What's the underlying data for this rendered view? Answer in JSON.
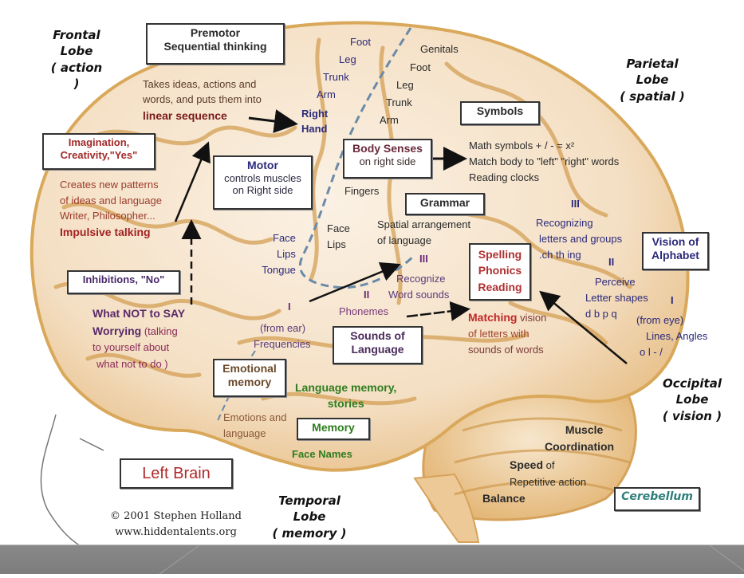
{
  "diagram": {
    "title": "Left Brain",
    "credit": {
      "copyright": "© 2001 Stephen Holland",
      "website": "www.hiddentalents.org"
    },
    "colors": {
      "brain_fill": "#f6e3c8",
      "brain_folds": "#d9a85a",
      "navy_text": "#2b2a7a",
      "red_text": "#a32222",
      "purple_text": "#6a2a7a",
      "green_text": "#2e7d1e",
      "cerebellum_text": "#2f7f7a"
    },
    "lobes": {
      "frontal": {
        "name": "Frontal",
        "word": "Lobe",
        "function": "( action )"
      },
      "parietal": {
        "name": "Parietal",
        "word": "Lobe",
        "function": "( spatial )"
      },
      "occipital": {
        "name": "Occipital",
        "word": "Lobe",
        "function": "( vision )"
      },
      "temporal": {
        "name": "Temporal",
        "word": "Lobe",
        "function": "( memory )"
      }
    },
    "premotor": {
      "title_line1": "Premotor",
      "title_line2": "Sequential thinking",
      "desc_line1": "Takes ideas, actions and",
      "desc_line2": "words, and puts them into",
      "desc_emphasis": "linear sequence"
    },
    "motor_strip": [
      "Foot",
      "Leg",
      "Trunk",
      "Arm"
    ],
    "right_hand": {
      "line1": "Right",
      "line2": "Hand"
    },
    "sensory_strip": [
      "Genitals",
      "Foot",
      "Leg",
      "Trunk",
      "Arm"
    ],
    "symbols": {
      "title": "Symbols",
      "items": [
        "Math symbols  + / - = x²",
        "Match body to \"left\" \"right\" words",
        "Reading clocks"
      ]
    },
    "imagination": {
      "title_line1": "Imagination,",
      "title_line2": "Creativity,\"Yes\"",
      "desc": [
        "Creates new patterns",
        "of ideas and language",
        "Writer, Philosopher..."
      ],
      "emphasis": "Impulsive talking"
    },
    "motor": {
      "title": "Motor",
      "line1": "controls muscles",
      "line2": "on Right side"
    },
    "body_senses": {
      "title": "Body Senses",
      "subtitle": "on right side"
    },
    "fingers": "Fingers",
    "motor_face": [
      "Face",
      "Lips",
      "Tongue"
    ],
    "sensory_face": [
      "Face",
      "Lips"
    ],
    "grammar": {
      "title": "Grammar",
      "desc_line1": "Spatial arrangement",
      "desc_line2": "of language"
    },
    "reading_stages": {
      "stage3_numeral": "III",
      "stage3_line1": "Recognizing",
      "stage3_line2": "letters and groups",
      "stage3_line3": ".ch  th  ing",
      "stage2_numeral": "II",
      "stage2_line1": "Perceive",
      "stage2_line2": "Letter shapes",
      "stage2_line3": "d b  p q",
      "stage1_numeral": "I",
      "stage1_line1": "(from eye)",
      "stage1_line2": "Lines, Angles",
      "stage1_line3": "o l - /"
    },
    "vision_of_alphabet": {
      "line1": "Vision of",
      "line2": "Alphabet"
    },
    "spelling": {
      "line1": "Spelling",
      "line2": "Phonics",
      "line3": "Reading"
    },
    "matching": {
      "emphasis": "Matching",
      "line1_rest": " vision",
      "line2": "of letters with",
      "line3": "sounds of words"
    },
    "inhibitions": {
      "title": "Inhibitions, \"No\"",
      "emphasis1": "What NOT to SAY",
      "emphasis2": "Worrying",
      "rest1": " (talking",
      "rest2": "to yourself about",
      "rest3": "what not to do )"
    },
    "hearing_stages": {
      "stage1_numeral": "I",
      "stage1_line1": "(from ear)",
      "stage1_line2": "Frequencies",
      "stage2_numeral": "II",
      "stage2_line1": "Phonemes",
      "stage3_numeral": "III",
      "stage3_line1": "Recognize",
      "stage3_line2": "Word sounds"
    },
    "sounds_of_language": {
      "line1": "Sounds of",
      "line2": "Language"
    },
    "emotional_memory": {
      "line1": "Emotional",
      "line2": "memory",
      "desc_line1": "Emotions and",
      "desc_line2": "language"
    },
    "language_memory": {
      "line1": "Language memory,",
      "line2": "stories"
    },
    "memory": {
      "title": "Memory",
      "desc": "Face Names"
    },
    "cerebellum": {
      "title": "Cerebellum",
      "muscle_line1": "Muscle",
      "muscle_line2": "Coordination",
      "speed_emphasis": "Speed",
      "speed_rest": " of",
      "speed_line2": "Repetitive action",
      "balance": "Balance"
    }
  }
}
